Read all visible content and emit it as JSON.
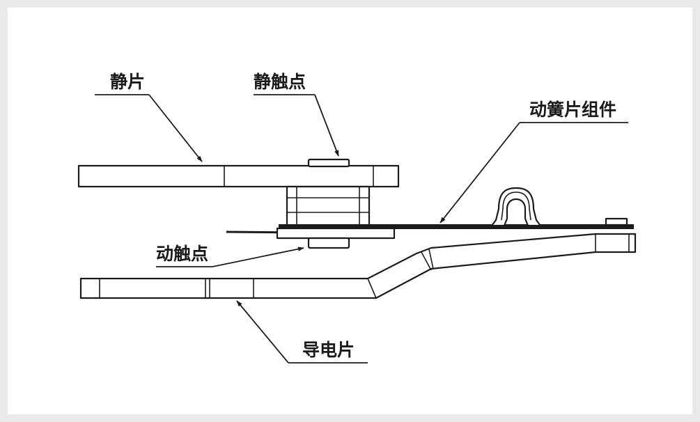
{
  "labels": {
    "static_plate": "静片",
    "static_contact": "静触点",
    "moving_spring_assembly": "动簧片组件",
    "moving_contact": "动触点",
    "conductive_plate": "导电片"
  }
}
